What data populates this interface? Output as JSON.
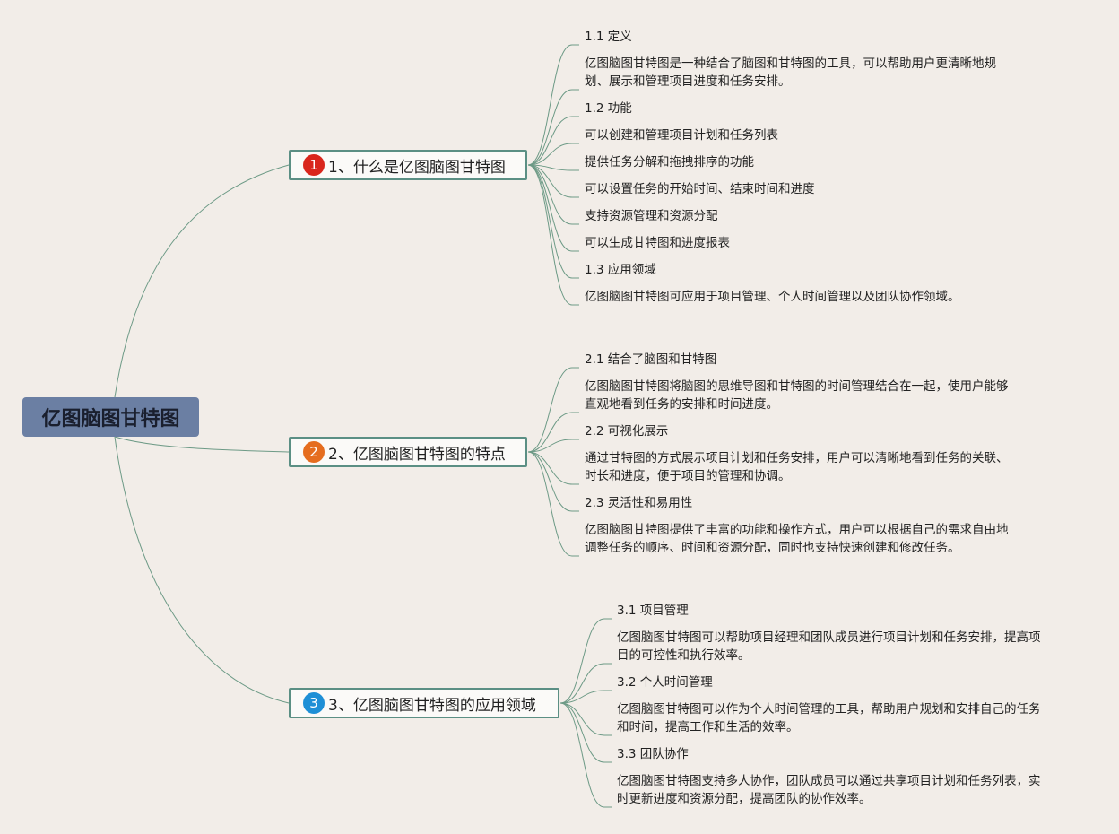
{
  "root": {
    "title": "亿图脑图甘特图"
  },
  "colors": {
    "background": "#f2ede8",
    "root_fill": "#6b7fa3",
    "branch_border": "#5b8f84",
    "line": "#6d9a86"
  },
  "branches": [
    {
      "number": "1",
      "number_color": "#d9261c",
      "title": "1、什么是亿图脑图甘特图",
      "items": [
        [
          "1.1 定义"
        ],
        [
          "亿图脑图甘特图是一种结合了脑图和甘特图的工具，可以帮助用户更清晰地规",
          "划、展示和管理项目进度和任务安排。"
        ],
        [
          "1.2 功能"
        ],
        [
          "可以创建和管理项目计划和任务列表"
        ],
        [
          "提供任务分解和拖拽排序的功能"
        ],
        [
          "可以设置任务的开始时间、结束时间和进度"
        ],
        [
          "支持资源管理和资源分配"
        ],
        [
          "可以生成甘特图和进度报表"
        ],
        [
          "1.3 应用领域"
        ],
        [
          "亿图脑图甘特图可应用于项目管理、个人时间管理以及团队协作领域。"
        ]
      ]
    },
    {
      "number": "2",
      "number_color": "#e56d1f",
      "title": "2、亿图脑图甘特图的特点",
      "items": [
        [
          "2.1 结合了脑图和甘特图"
        ],
        [
          "亿图脑图甘特图将脑图的思维导图和甘特图的时间管理结合在一起，使用户能够",
          "直观地看到任务的安排和时间进度。"
        ],
        [
          "2.2 可视化展示"
        ],
        [
          "通过甘特图的方式展示项目计划和任务安排，用户可以清晰地看到任务的关联、",
          "时长和进度，便于项目的管理和协调。"
        ],
        [
          "2.3 灵活性和易用性"
        ],
        [
          "亿图脑图甘特图提供了丰富的功能和操作方式，用户可以根据自己的需求自由地",
          "调整任务的顺序、时间和资源分配，同时也支持快速创建和修改任务。"
        ]
      ]
    },
    {
      "number": "3",
      "number_color": "#1e8fd6",
      "title": "3、亿图脑图甘特图的应用领域",
      "items": [
        [
          "3.1 项目管理"
        ],
        [
          "亿图脑图甘特图可以帮助项目经理和团队成员进行项目计划和任务安排，提高项",
          "目的可控性和执行效率。"
        ],
        [
          "3.2 个人时间管理"
        ],
        [
          "亿图脑图甘特图可以作为个人时间管理的工具，帮助用户规划和安排自己的任务",
          "和时间，提高工作和生活的效率。"
        ],
        [
          "3.3 团队协作"
        ],
        [
          "亿图脑图甘特图支持多人协作，团队成员可以通过共享项目计划和任务列表，实",
          "时更新进度和资源分配，提高团队的协作效率。"
        ]
      ]
    }
  ]
}
